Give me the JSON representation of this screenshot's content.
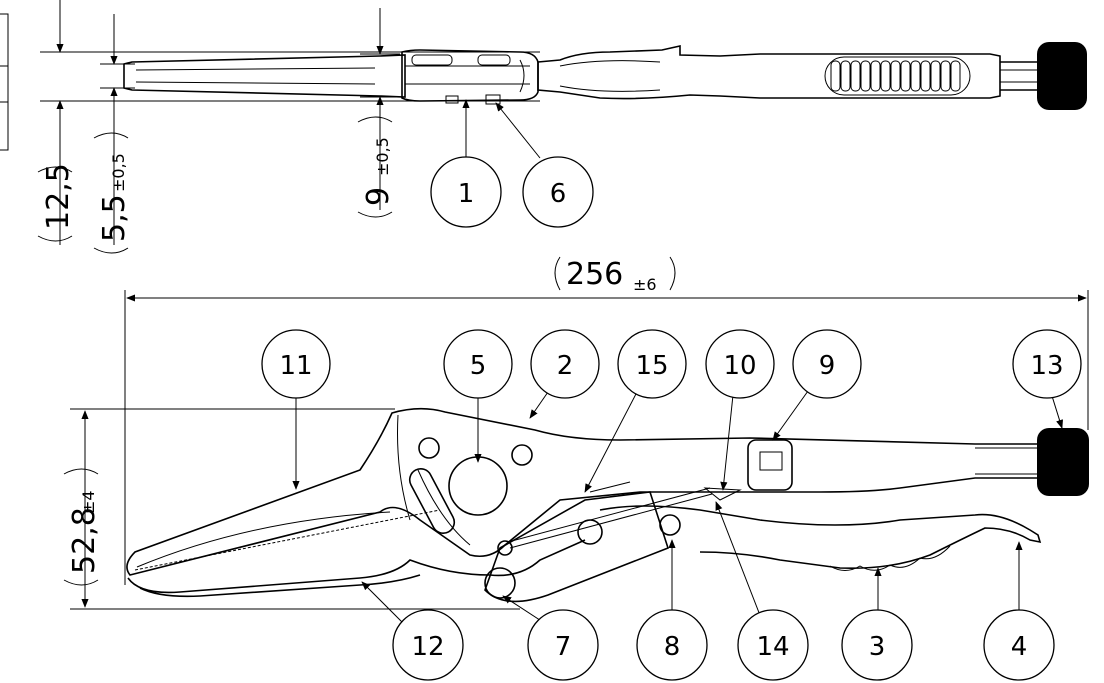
{
  "dimensions": {
    "width_total": {
      "value": "256",
      "tolerance": "±6"
    },
    "height_open": {
      "value": "52,8",
      "tolerance": "±4"
    },
    "top_width": {
      "value": "12,5",
      "tolerance": ""
    },
    "tip_width": {
      "value": "5,5",
      "tolerance": "±0,5"
    },
    "jaw_width": {
      "value": "9",
      "tolerance": "±0,5"
    }
  },
  "balloons": [
    "1",
    "2",
    "3",
    "4",
    "5",
    "6",
    "7",
    "8",
    "9",
    "10",
    "11",
    "12",
    "13",
    "14",
    "15"
  ]
}
